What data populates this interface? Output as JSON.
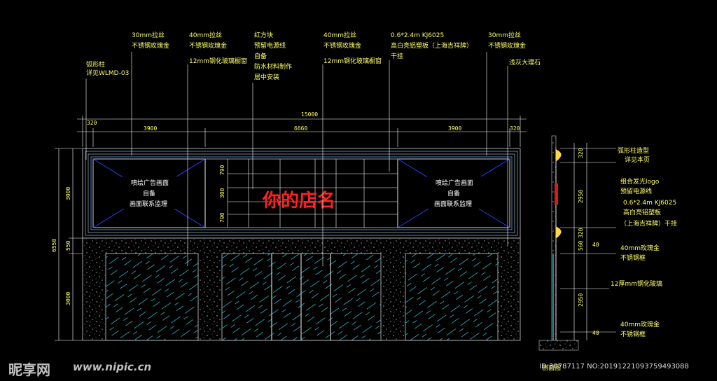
{
  "callouts": {
    "arc_column": [
      "弧形柱",
      "详见WLMD-03"
    ],
    "brushed_left": [
      "30mm拉丝",
      "不锈钢玫瑰金"
    ],
    "brushed_left2": [
      "40mm拉丝",
      "不锈钢玫瑰金",
      "12mm钢化玻璃橱窗"
    ],
    "red_block": [
      "红方块",
      "预留电源线",
      "自备",
      "防水材料制作",
      "居中安装"
    ],
    "brushed_mid": [
      "40mm拉丝",
      "不锈钢玫瑰金",
      "12mm钢化玻璃橱窗"
    ],
    "aluminum_board": [
      "0.6*2.4m KJ6025",
      "高白亮铝塑板（上海吉祥牌）",
      "干挂"
    ],
    "brushed_right": [
      "30mm拉丝",
      "不锈钢玫瑰金"
    ],
    "marble": [
      "浅灰大理石"
    ]
  },
  "dimensions": {
    "total_width": "15000",
    "left_margin": "320",
    "left_panel": "3900",
    "center_panel": "6660",
    "right_panel": "3900",
    "right_margin": "320",
    "left_height_total": "6550",
    "left_height_upper": "3000",
    "left_height_mid": "550",
    "left_height_lower": "3000",
    "center_rows": [
      "790",
      "300",
      "790"
    ]
  },
  "panels": {
    "left_ad": [
      "喷绘广告画面",
      "自备",
      "画面联系监理"
    ],
    "right_ad": [
      "喷绘广告画面",
      "自备",
      "画面联系监理"
    ],
    "shop_name": "你的店名"
  },
  "section": {
    "dims": [
      "320",
      "2950",
      "560",
      "320",
      "40",
      "2950",
      "40"
    ],
    "notes": {
      "arc_column": [
        "弧形柱造型",
        "详见本页"
      ],
      "logo": [
        "组合发光logo",
        "预留电源线"
      ],
      "aluminum": [
        "0.6*2.4m KJ6025",
        "高白亮铝塑板",
        "（上海吉祥牌）干挂"
      ],
      "frame_top": [
        "40mm玫瑰金",
        "不锈钢框"
      ],
      "glass": [
        "12厚mm钢化玻璃"
      ],
      "frame_bottom": [
        "40mm玫瑰金",
        "不锈钢框"
      ]
    },
    "title": "剖面图"
  },
  "watermark": {
    "logo": "昵享网",
    "url": "www.nipic.cn",
    "id_text": "ID:30787117 NO:20191221093759493088"
  },
  "colors": {
    "cad_yellow": "#ffff66",
    "frame_blue": "#5aa0ff",
    "glass_cyan": "#2fb8c8",
    "cross_blue": "#2a3cff",
    "sign_red": "#ff2020"
  }
}
